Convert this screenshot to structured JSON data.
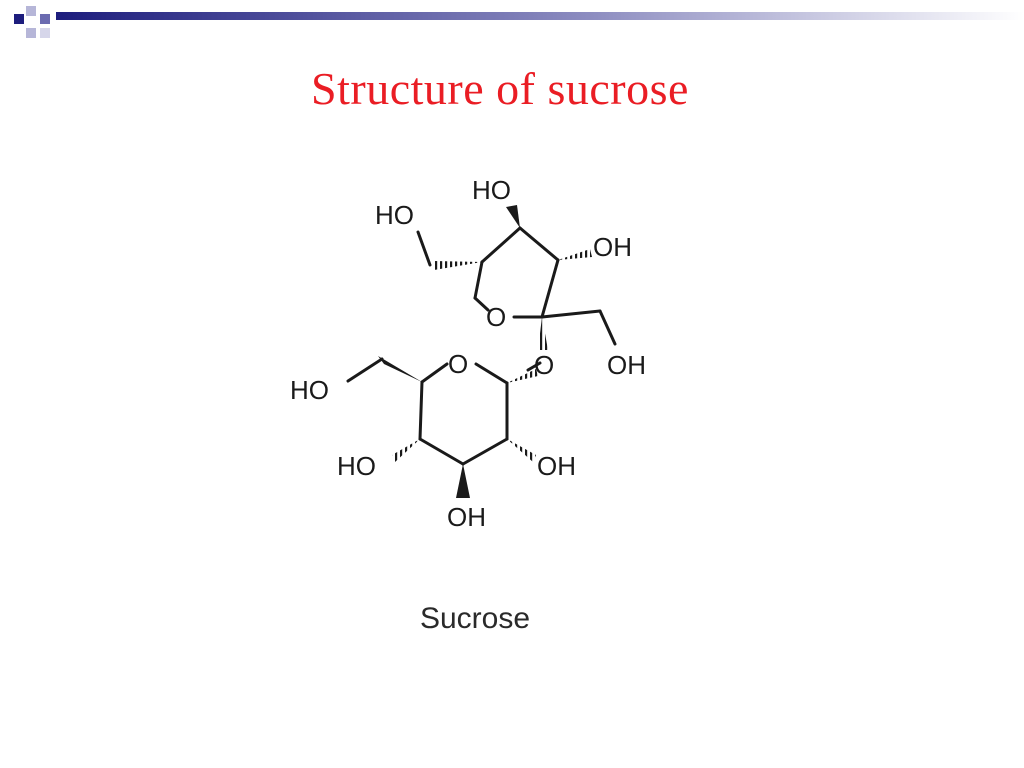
{
  "slide": {
    "title": "Structure of sucrose",
    "caption": "Sucrose",
    "title_color": "#ea1d24",
    "bar_color": "#1d1d7d"
  },
  "molecule": {
    "fructose_ring": {
      "o_ring": "O",
      "oh_top": "HO",
      "oh_right": "OH",
      "ch2oh_left": "HO",
      "ch2oh_right": "OH"
    },
    "glycosidic_o": "O",
    "glucose_ring": {
      "o_ring": "O",
      "ch2oh": "HO",
      "oh_left": "HO",
      "oh_right": "OH",
      "oh_bottom": "OH"
    }
  }
}
